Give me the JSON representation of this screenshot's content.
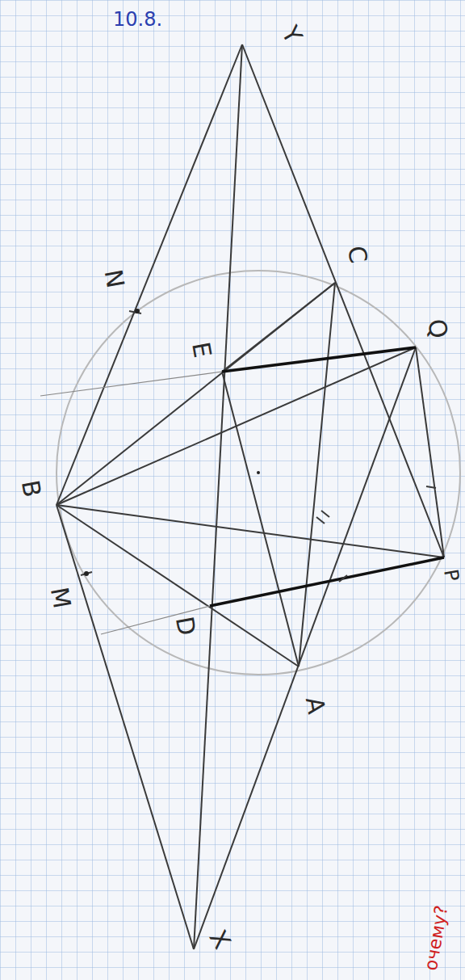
{
  "diagram": {
    "labels": [
      "10.8.",
      "Y",
      "N",
      "C",
      "Q",
      "E",
      "B",
      "M",
      "D",
      "A",
      "X",
      "P",
      "очему?"
    ]
  }
}
